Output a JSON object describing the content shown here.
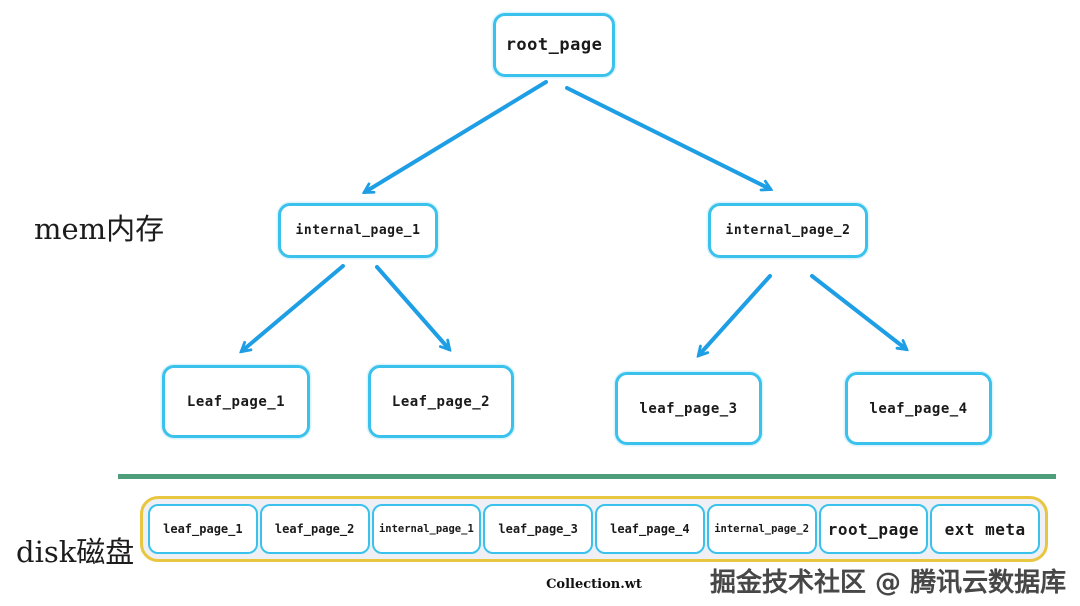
{
  "labels": {
    "mem_section": "mem内存",
    "disk_section": "disk磁盘",
    "file_name": "Collection.wt",
    "watermark": "掘金技术社区 @ 腾讯云数据库"
  },
  "tree": {
    "root": {
      "label": "root_page"
    },
    "internal_1": {
      "label": "internal_page_1"
    },
    "internal_2": {
      "label": "internal_page_2"
    },
    "leaf_1": {
      "label": "Leaf_page_1"
    },
    "leaf_2": {
      "label": "Leaf_page_2"
    },
    "leaf_3": {
      "label": "leaf_page_3"
    },
    "leaf_4": {
      "label": "leaf_page_4"
    },
    "edges": [
      [
        "root_page",
        "internal_page_1"
      ],
      [
        "root_page",
        "internal_page_2"
      ],
      [
        "internal_page_1",
        "Leaf_page_1"
      ],
      [
        "internal_page_1",
        "Leaf_page_2"
      ],
      [
        "internal_page_2",
        "leaf_page_3"
      ],
      [
        "internal_page_2",
        "leaf_page_4"
      ]
    ]
  },
  "disk": {
    "blocks": [
      "leaf_page_1",
      "leaf_page_2",
      "internal_page_1",
      "leaf_page_3",
      "leaf_page_4",
      "internal_page_2",
      "root_page",
      "ext meta"
    ]
  },
  "colors": {
    "node_border": "#3bc2ec",
    "arrow": "#1e9ee5",
    "divider": "#4f9e7b",
    "disk_container_border": "#e9c63f",
    "disk_container_bg": "#eef0f5"
  }
}
